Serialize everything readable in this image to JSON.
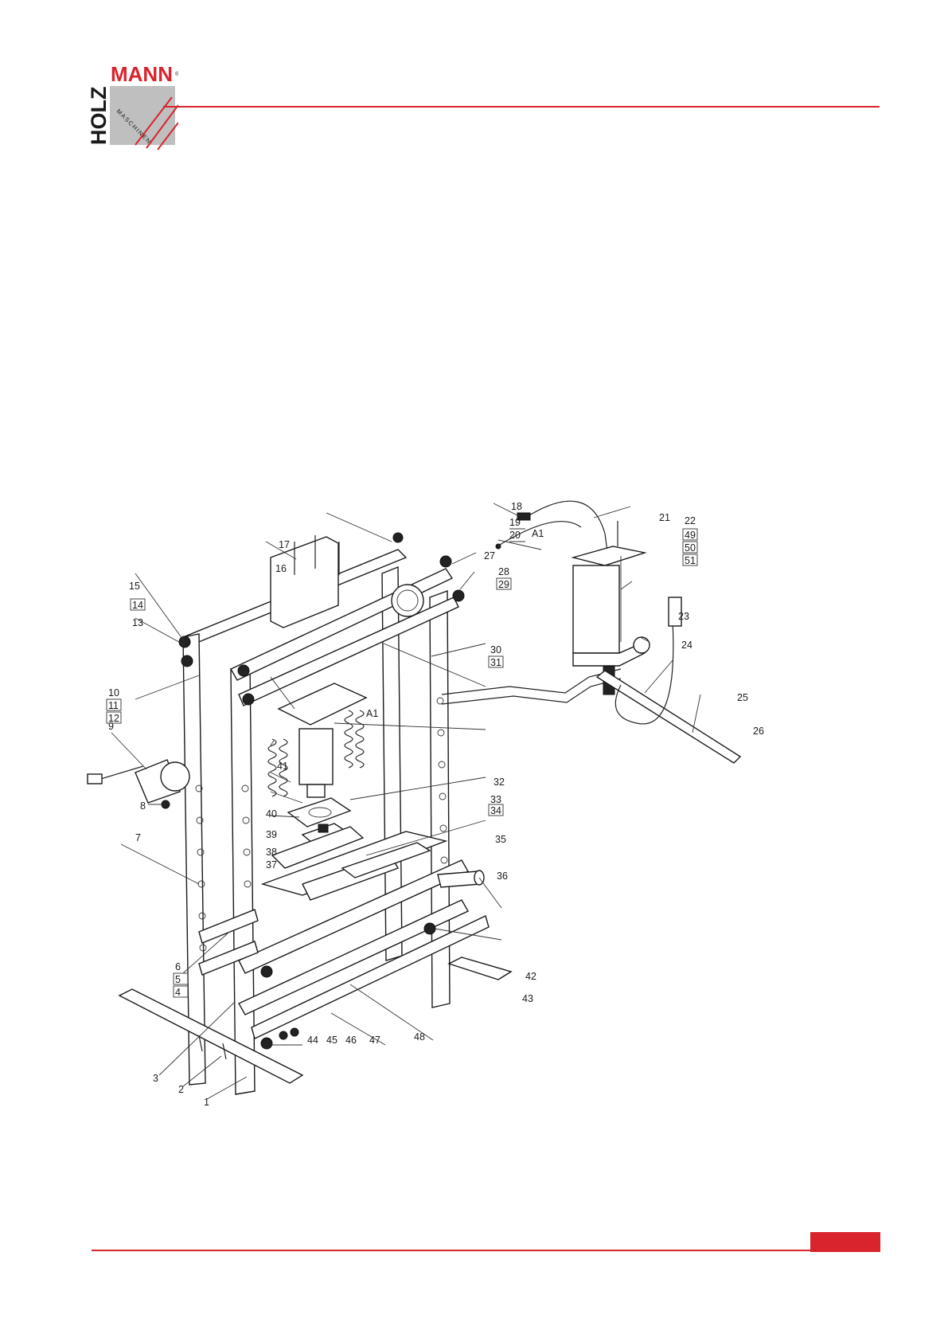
{
  "brand": {
    "name_top": "MANN",
    "name_side": "HOLZ",
    "tagline": "MASCHINEN",
    "registered": "®",
    "colors": {
      "accent": "#d9232d",
      "grey": "#bfbfbf",
      "dark": "#1a1a1a"
    }
  },
  "callouts": [
    {
      "id": "c1",
      "text": "1"
    },
    {
      "id": "c2",
      "text": "2"
    },
    {
      "id": "c3",
      "text": "3"
    },
    {
      "id": "c4",
      "text": "4"
    },
    {
      "id": "c5",
      "text": "5"
    },
    {
      "id": "c6",
      "text": "6"
    },
    {
      "id": "c7",
      "text": "7"
    },
    {
      "id": "c8",
      "text": "8"
    },
    {
      "id": "c9",
      "text": "9"
    },
    {
      "id": "c10",
      "text": "10"
    },
    {
      "id": "c11",
      "text": "11"
    },
    {
      "id": "c12",
      "text": "12"
    },
    {
      "id": "c13",
      "text": "13"
    },
    {
      "id": "c14",
      "text": "14"
    },
    {
      "id": "c15",
      "text": "15"
    },
    {
      "id": "c16",
      "text": "16"
    },
    {
      "id": "c17",
      "text": "17"
    },
    {
      "id": "c18",
      "text": "18"
    },
    {
      "id": "c19",
      "text": "19"
    },
    {
      "id": "c20",
      "text": "20"
    },
    {
      "id": "c21",
      "text": "21"
    },
    {
      "id": "c22",
      "text": "22"
    },
    {
      "id": "c23",
      "text": "23"
    },
    {
      "id": "c24",
      "text": "24"
    },
    {
      "id": "c25",
      "text": "25"
    },
    {
      "id": "c26",
      "text": "26"
    },
    {
      "id": "c27",
      "text": "27"
    },
    {
      "id": "c28",
      "text": "28"
    },
    {
      "id": "c29",
      "text": "29"
    },
    {
      "id": "c30",
      "text": "30"
    },
    {
      "id": "c31",
      "text": "31"
    },
    {
      "id": "c32",
      "text": "32"
    },
    {
      "id": "c33",
      "text": "33"
    },
    {
      "id": "c34",
      "text": "34"
    },
    {
      "id": "c35",
      "text": "35"
    },
    {
      "id": "c36",
      "text": "36"
    },
    {
      "id": "c37",
      "text": "37"
    },
    {
      "id": "c38",
      "text": "38"
    },
    {
      "id": "c39",
      "text": "39"
    },
    {
      "id": "c40",
      "text": "40"
    },
    {
      "id": "c41",
      "text": "41"
    },
    {
      "id": "c42",
      "text": "42"
    },
    {
      "id": "c43",
      "text": "43"
    },
    {
      "id": "c44",
      "text": "44"
    },
    {
      "id": "c45",
      "text": "45"
    },
    {
      "id": "c46",
      "text": "46"
    },
    {
      "id": "c47",
      "text": "47"
    },
    {
      "id": "c48",
      "text": "48"
    },
    {
      "id": "c49",
      "text": "49"
    },
    {
      "id": "c50",
      "text": "50"
    },
    {
      "id": "c51",
      "text": "51"
    },
    {
      "id": "a1a",
      "text": "A1"
    },
    {
      "id": "a1b",
      "text": "A1"
    }
  ]
}
